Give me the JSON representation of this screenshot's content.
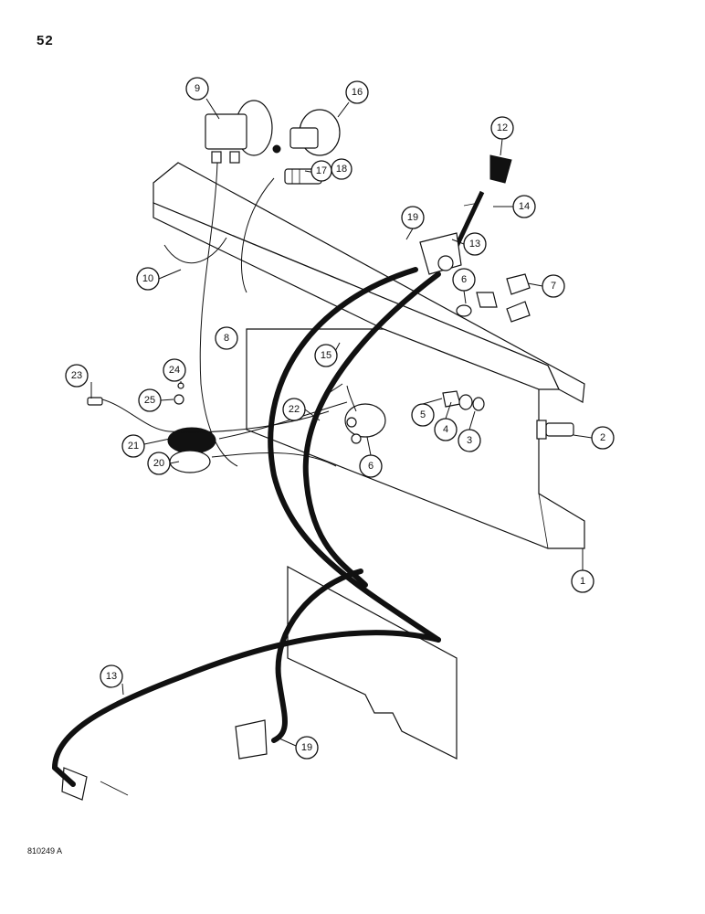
{
  "page": {
    "number": "52",
    "figure_id": "810249 A"
  },
  "callouts": [
    {
      "n": "1"
    },
    {
      "n": "2"
    },
    {
      "n": "3"
    },
    {
      "n": "4"
    },
    {
      "n": "5"
    },
    {
      "n": "6"
    },
    {
      "n": "6"
    },
    {
      "n": "7"
    },
    {
      "n": "8"
    },
    {
      "n": "9"
    },
    {
      "n": "10"
    },
    {
      "n": "12"
    },
    {
      "n": "13"
    },
    {
      "n": "13"
    },
    {
      "n": "14"
    },
    {
      "n": "15"
    },
    {
      "n": "16"
    },
    {
      "n": "17"
    },
    {
      "n": "18"
    },
    {
      "n": "19"
    },
    {
      "n": "19"
    },
    {
      "n": "20"
    },
    {
      "n": "21"
    },
    {
      "n": "22"
    },
    {
      "n": "23"
    },
    {
      "n": "24"
    },
    {
      "n": "25"
    }
  ]
}
